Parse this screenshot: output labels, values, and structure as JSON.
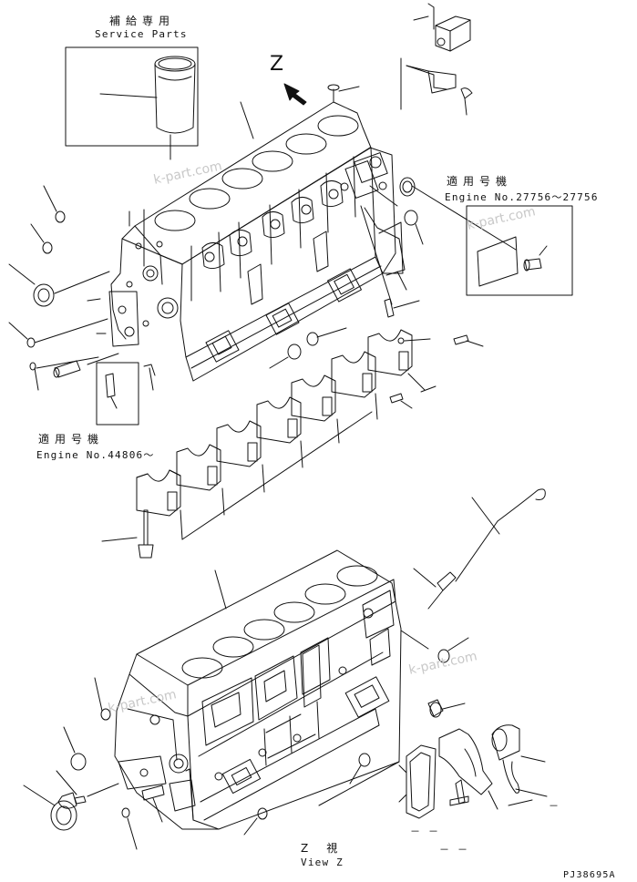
{
  "labels": {
    "service_parts_jp": "補給専用",
    "service_parts_en": "Service Parts",
    "engine_apply_jp_1": "適用号機",
    "engine_range_1": "Engine No.27756～27756",
    "engine_apply_jp_2": "適用号機",
    "engine_range_2": "Engine No.44806～",
    "view_marker": "Z",
    "view_z_jp": "Z　視",
    "view_z_en": "View Z",
    "drawing_code": "PJ38695A",
    "dash_1": "－",
    "dash_2": "－ －",
    "dash_3": "－ －"
  },
  "watermarks": [
    "k-part.com",
    "k-part.com",
    "k-part.com",
    "k-part.com"
  ],
  "colors": {
    "line": "#111111",
    "watermark": "#c8c8c8",
    "background": "#ffffff"
  }
}
